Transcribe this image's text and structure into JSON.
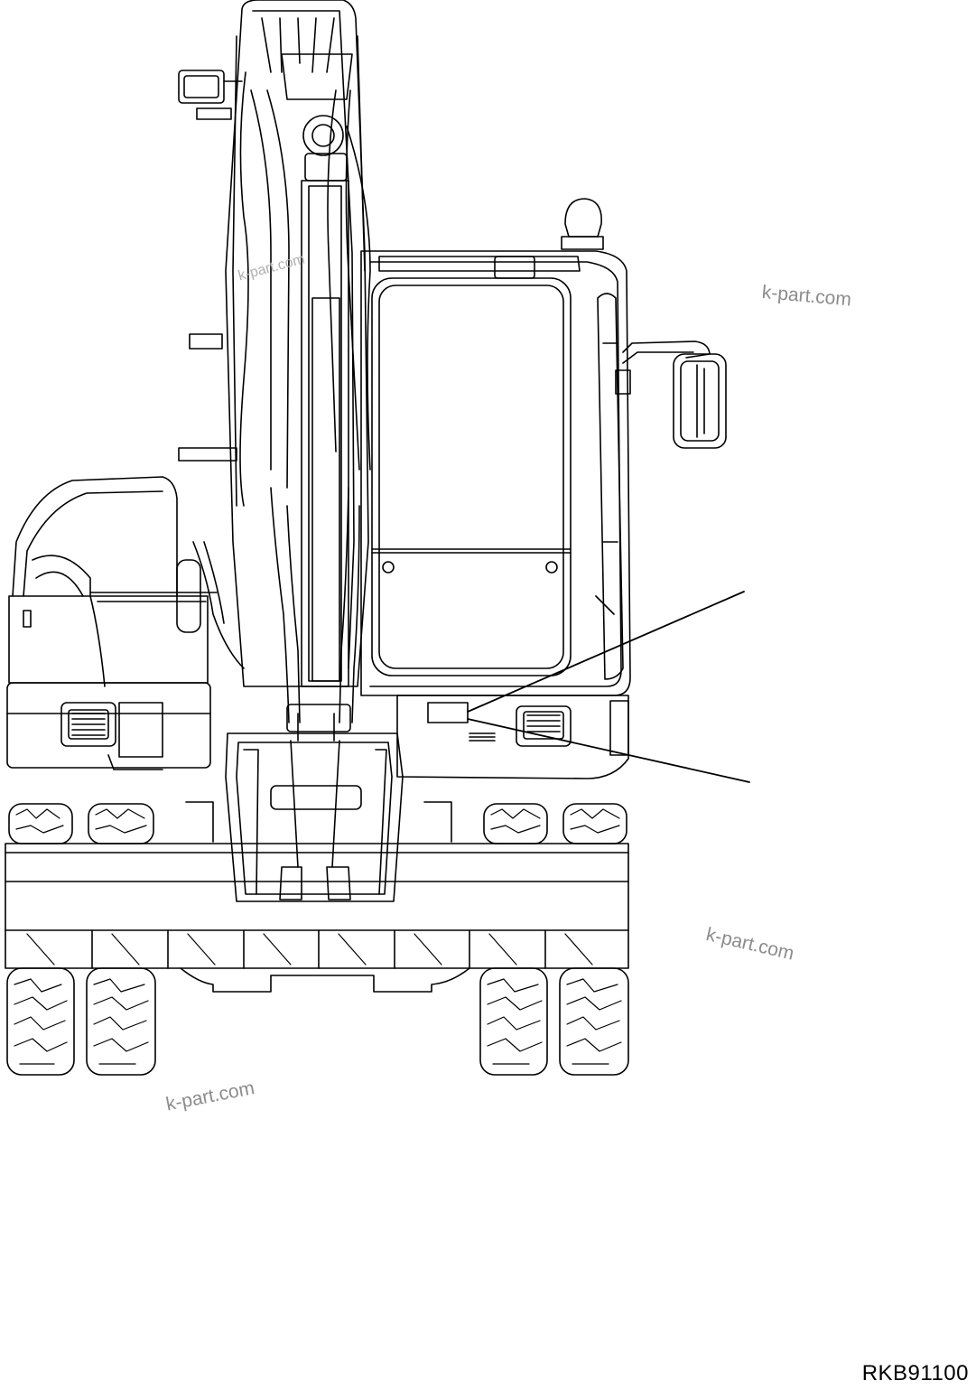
{
  "drawing": {
    "id": "RKB91100",
    "subject": "excavator-front-view",
    "watermark": "k-part.com",
    "callout_lines": 2
  },
  "colors": {
    "line": "#000000",
    "paper": "#ffffff",
    "watermark": "#8c8c8c"
  }
}
